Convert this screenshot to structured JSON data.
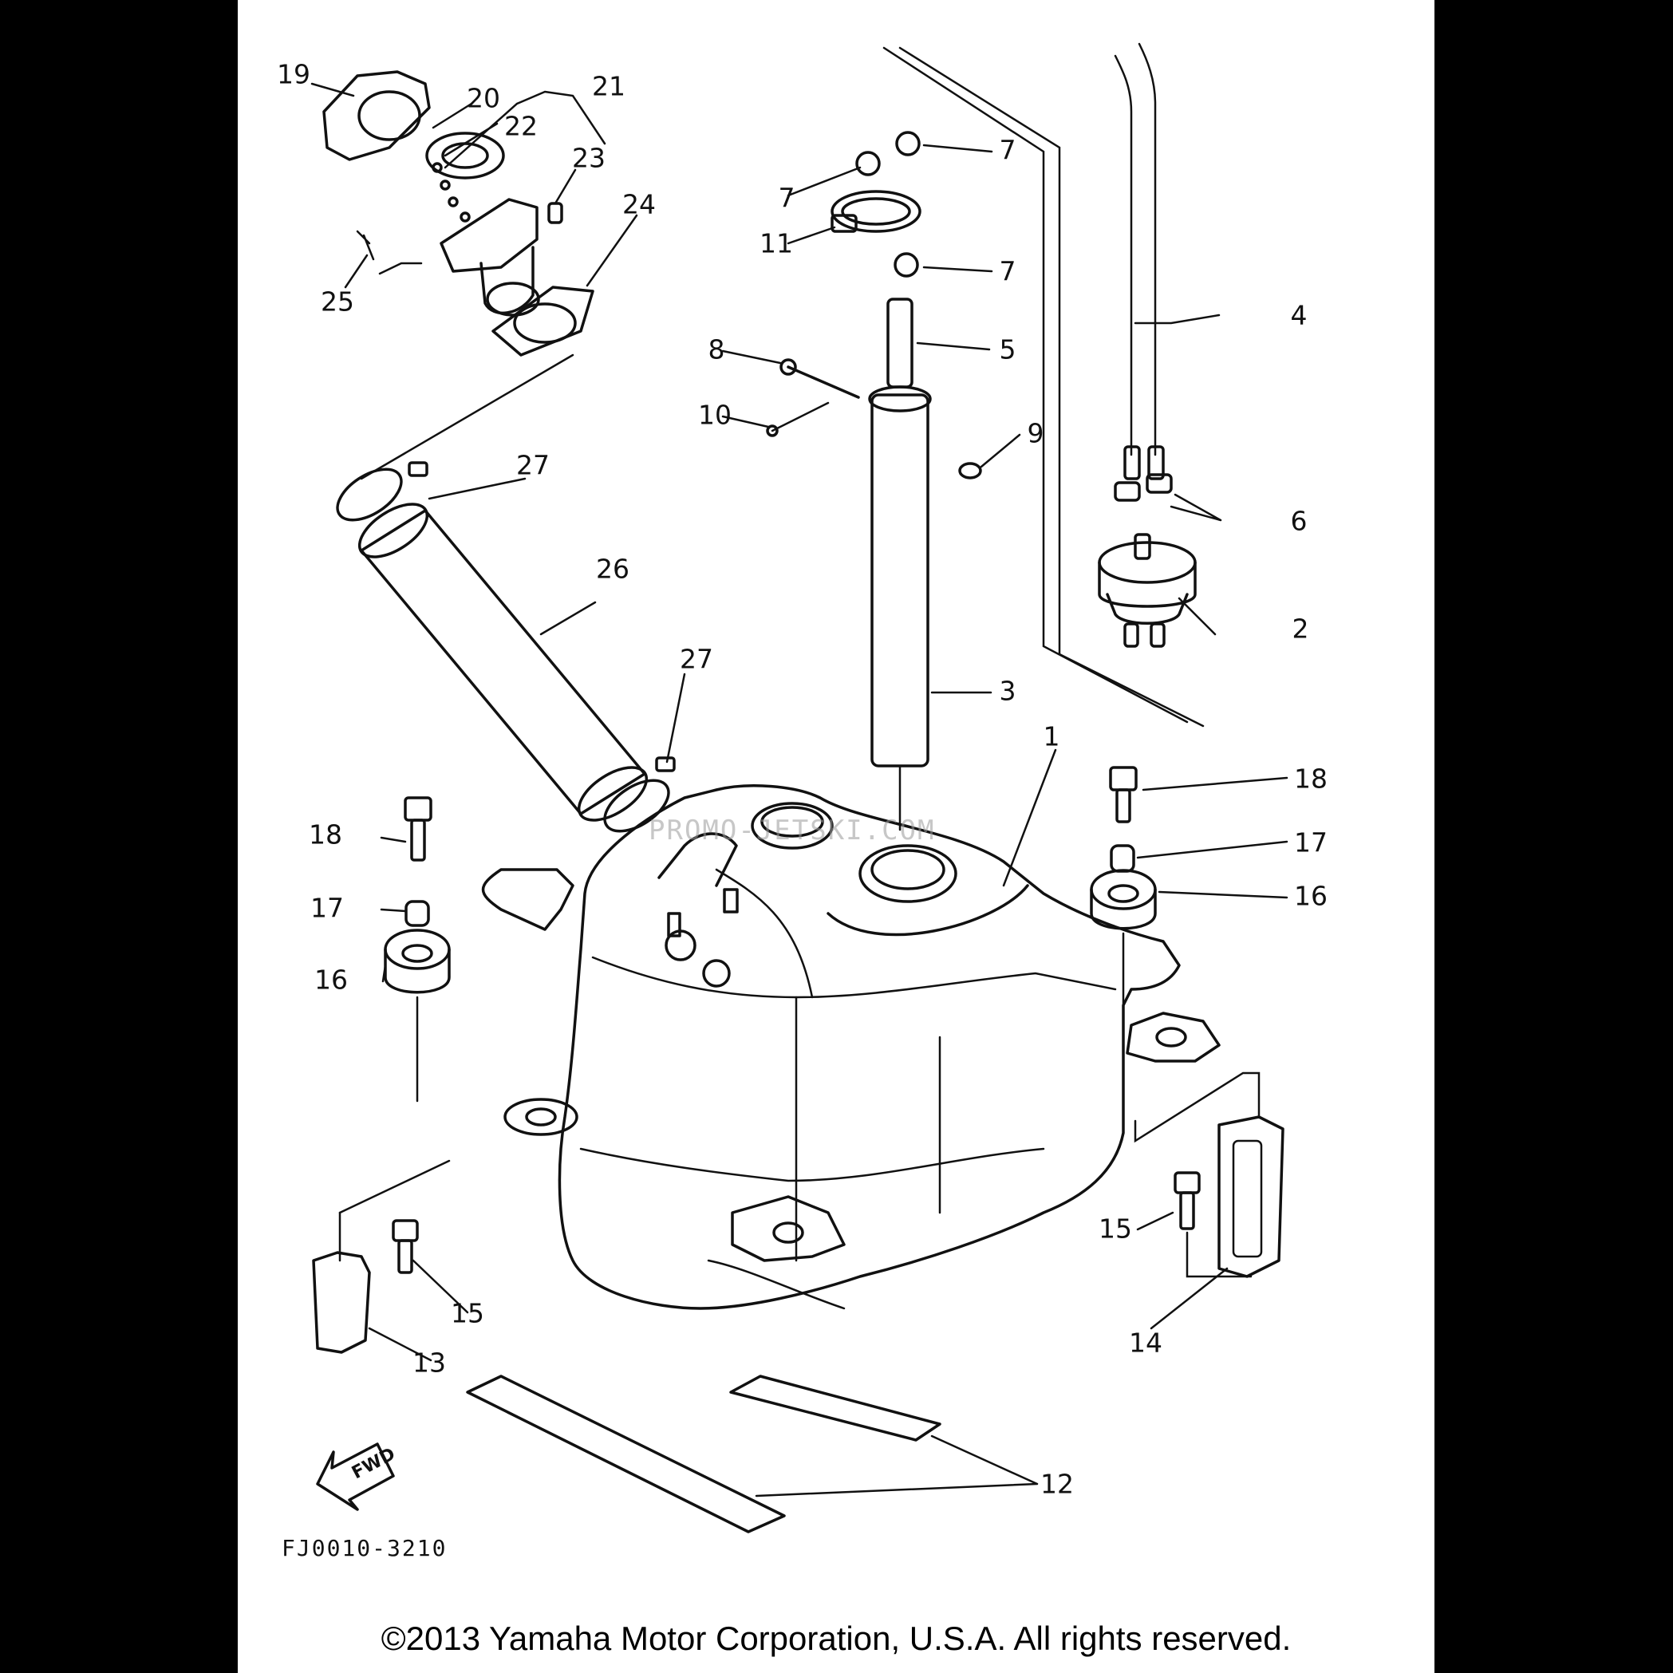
{
  "diagram": {
    "drawing_code": "FJ0010-3210",
    "direction_label": "FWD",
    "watermark": "PROMO-JETSKI.COM",
    "callouts": [
      "1",
      "2",
      "3",
      "4",
      "5",
      "6",
      "7",
      "8",
      "9",
      "10",
      "11",
      "12",
      "13",
      "14",
      "15",
      "16",
      "17",
      "18",
      "19",
      "20",
      "21",
      "22",
      "23",
      "24",
      "25",
      "26",
      "27"
    ]
  },
  "footer": {
    "copyright": "©2013 Yamaha Motor Corporation, U.S.A. All rights reserved."
  }
}
